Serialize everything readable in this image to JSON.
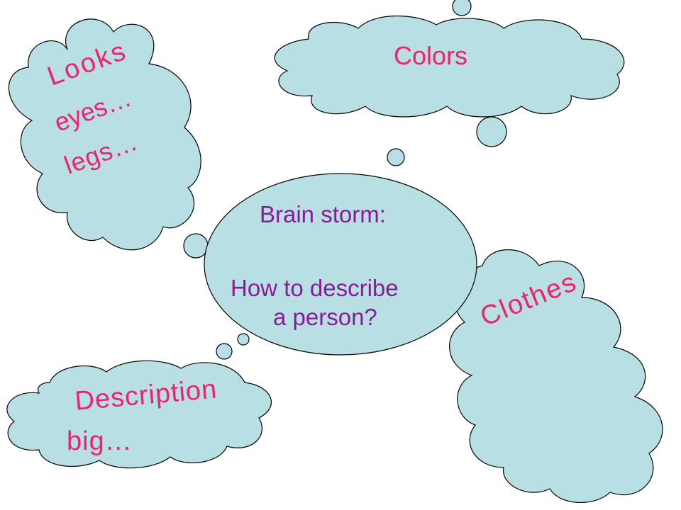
{
  "center": {
    "title": "Brain storm:",
    "line1": "How to describe",
    "line2": "a person?"
  },
  "clouds": {
    "looks": {
      "line1": "Looks",
      "line2": "eyes…",
      "line3": "legs…"
    },
    "colors": {
      "label": "Colors"
    },
    "clothes": {
      "label": "Clothes"
    },
    "description": {
      "line1": "Description",
      "line2": "big…"
    }
  },
  "colors": {
    "cloud_fill": "#b8e0e4",
    "topic_text": "#f0226e",
    "center_text": "#8a1a96"
  }
}
